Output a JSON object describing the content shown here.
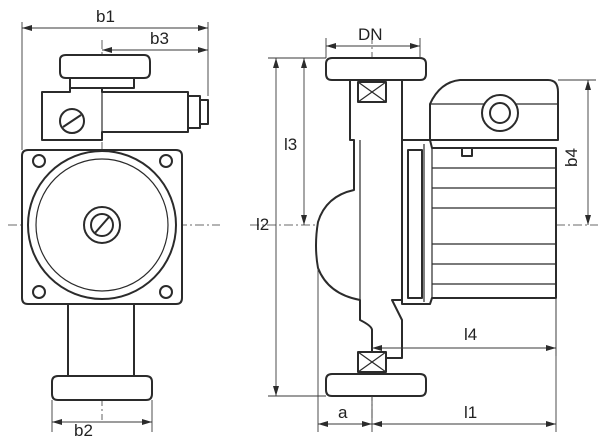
{
  "dimensions": {
    "b1": "b1",
    "b2": "b2",
    "b3": "b3",
    "b4": "b4",
    "DN": "DN",
    "l1": "l1",
    "l2": "l2",
    "l3": "l3",
    "l4": "l4",
    "a": "a"
  },
  "colors": {
    "line": "#2b2b2b",
    "fill": "#ffffff",
    "shade": "#e8e8e8"
  }
}
